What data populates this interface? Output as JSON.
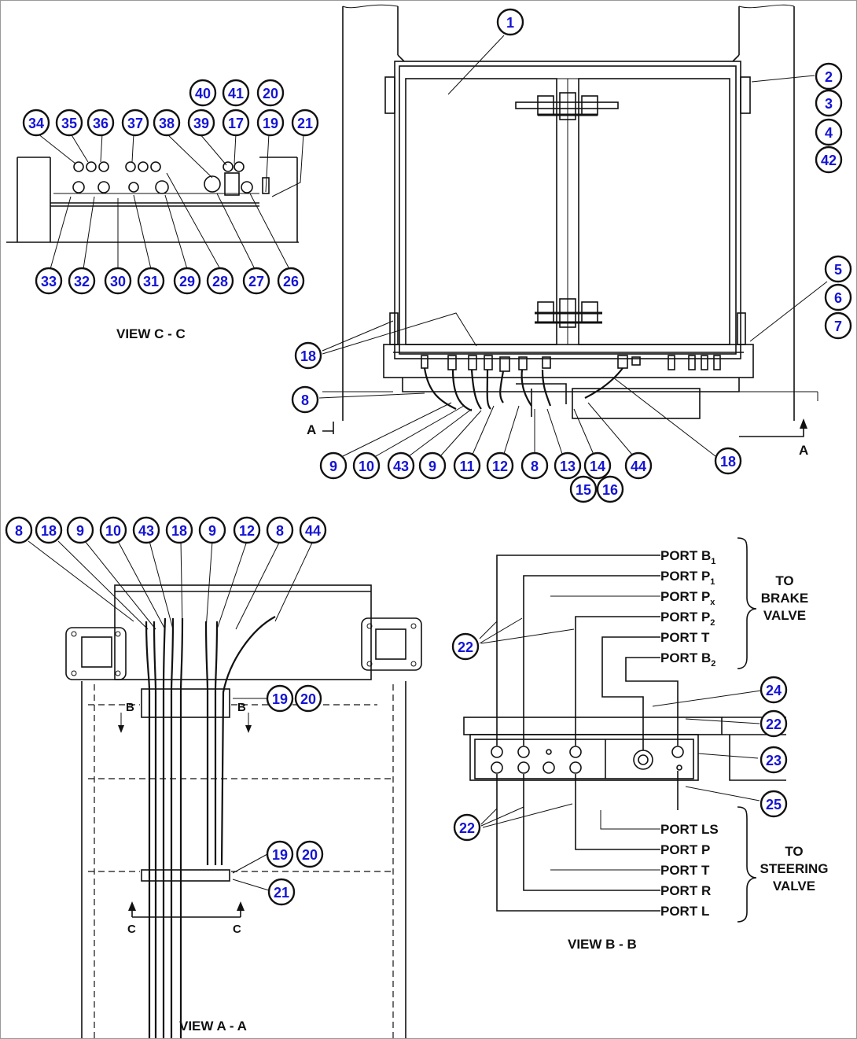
{
  "views": {
    "view_c": "VIEW C - C",
    "view_a": "VIEW A - A",
    "view_b": "VIEW B - B"
  },
  "section_marks": {
    "a": "A",
    "b": "B",
    "c": "C"
  },
  "ports_brake": {
    "b1": {
      "main": "PORT B",
      "sub": "1"
    },
    "p1": {
      "main": "PORT P",
      "sub": "1"
    },
    "px": {
      "main": "PORT P",
      "sub": "x"
    },
    "p2": {
      "main": "PORT P",
      "sub": "2"
    },
    "t": {
      "main": "PORT T",
      "sub": ""
    },
    "b2": {
      "main": "PORT B",
      "sub": "2"
    }
  },
  "brake_group": {
    "line1": "TO",
    "line2": "BRAKE",
    "line3": "VALVE"
  },
  "ports_steering": {
    "ls": "PORT LS",
    "p": "PORT P",
    "t": "PORT T",
    "r": "PORT R",
    "l": "PORT L"
  },
  "steering_group": {
    "line1": "TO",
    "line2": "STEERING",
    "line3": "VALVE"
  },
  "callouts": {
    "main": [
      "1",
      "2",
      "3",
      "4",
      "42",
      "5",
      "6",
      "7",
      "18",
      "8",
      "9",
      "10",
      "43",
      "9",
      "11",
      "12",
      "8",
      "13",
      "14",
      "15",
      "16",
      "44",
      "18"
    ],
    "view_c_top": [
      "40",
      "41",
      "20",
      "34",
      "35",
      "36",
      "37",
      "38",
      "39",
      "17",
      "19",
      "21"
    ],
    "view_c_bottom": [
      "33",
      "32",
      "30",
      "31",
      "29",
      "28",
      "27",
      "26"
    ],
    "view_a": [
      "8",
      "18",
      "9",
      "10",
      "43",
      "18",
      "9",
      "12",
      "8",
      "44",
      "19",
      "20",
      "19",
      "20",
      "21"
    ],
    "view_b": [
      "22",
      "24",
      "22",
      "23",
      "25",
      "22"
    ]
  }
}
